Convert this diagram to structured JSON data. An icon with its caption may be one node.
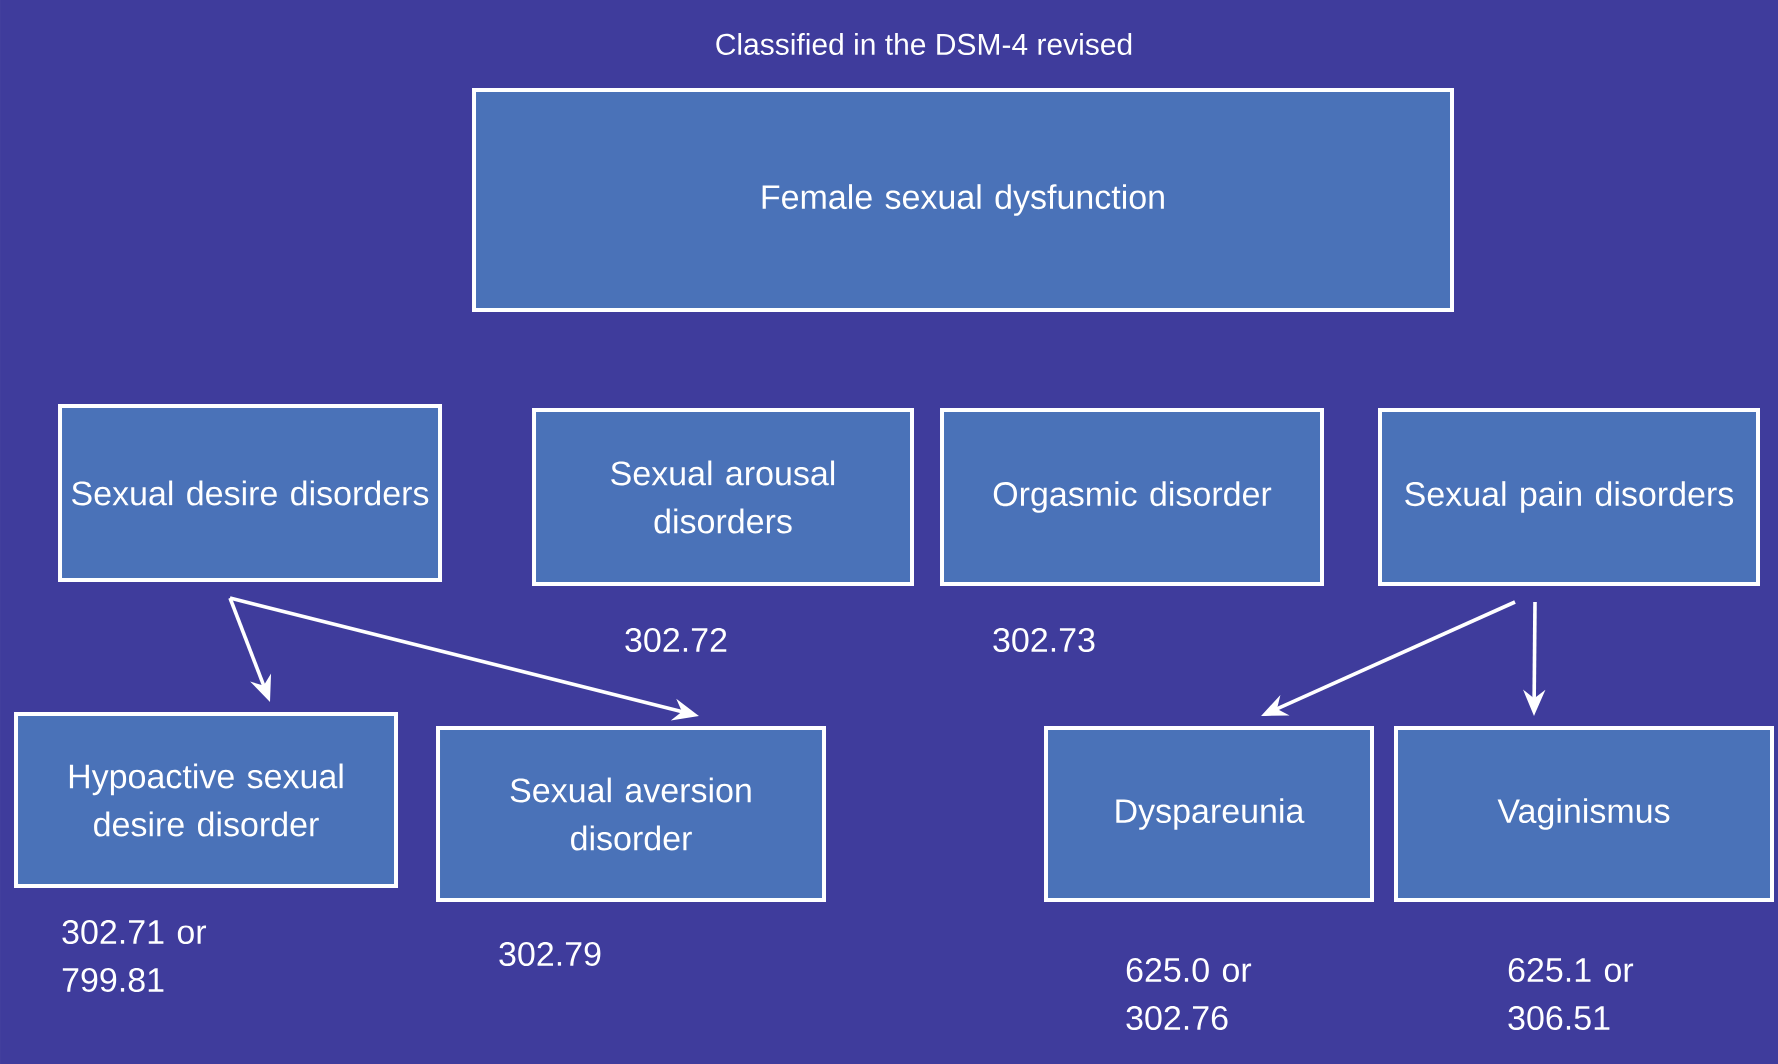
{
  "diagram": {
    "title": "Classified in the DSM-4 revised",
    "nodes": [
      {
        "text": [
          "Female sexual dysfunction"
        ]
      },
      {
        "text": [
          "Sexual desire disorders"
        ]
      },
      {
        "text": [
          "Sexual arousal disorders"
        ],
        "beside": [
          "302.72"
        ]
      },
      {
        "text": [
          "Orgasmic disorder"
        ],
        "beside": [
          "302.73"
        ]
      },
      {
        "text": [
          "Sexual pain disorders"
        ]
      },
      {
        "text": [
          "Hypoactive sexual desire disorder"
        ],
        "beside": [
          "302.71 or 799.81"
        ]
      },
      {
        "text": [
          "Sexual aversion disorder"
        ],
        "beside": [
          "302.79"
        ]
      },
      {
        "text": [
          "Dyspareunia"
        ],
        "beside": [
          "625.0 or 302.76"
        ]
      },
      {
        "text": [
          "Vaginismus"
        ],
        "beside": [
          "625.1 or 306.51"
        ]
      }
    ],
    "edges": [
      {
        "from": 1,
        "to": 5,
        "arrow": "to"
      },
      {
        "from": 1,
        "to": 6,
        "arrow": "to"
      },
      {
        "from": 4,
        "to": 7,
        "arrow": "to"
      },
      {
        "from": 4,
        "to": 8,
        "arrow": "to"
      }
    ]
  }
}
